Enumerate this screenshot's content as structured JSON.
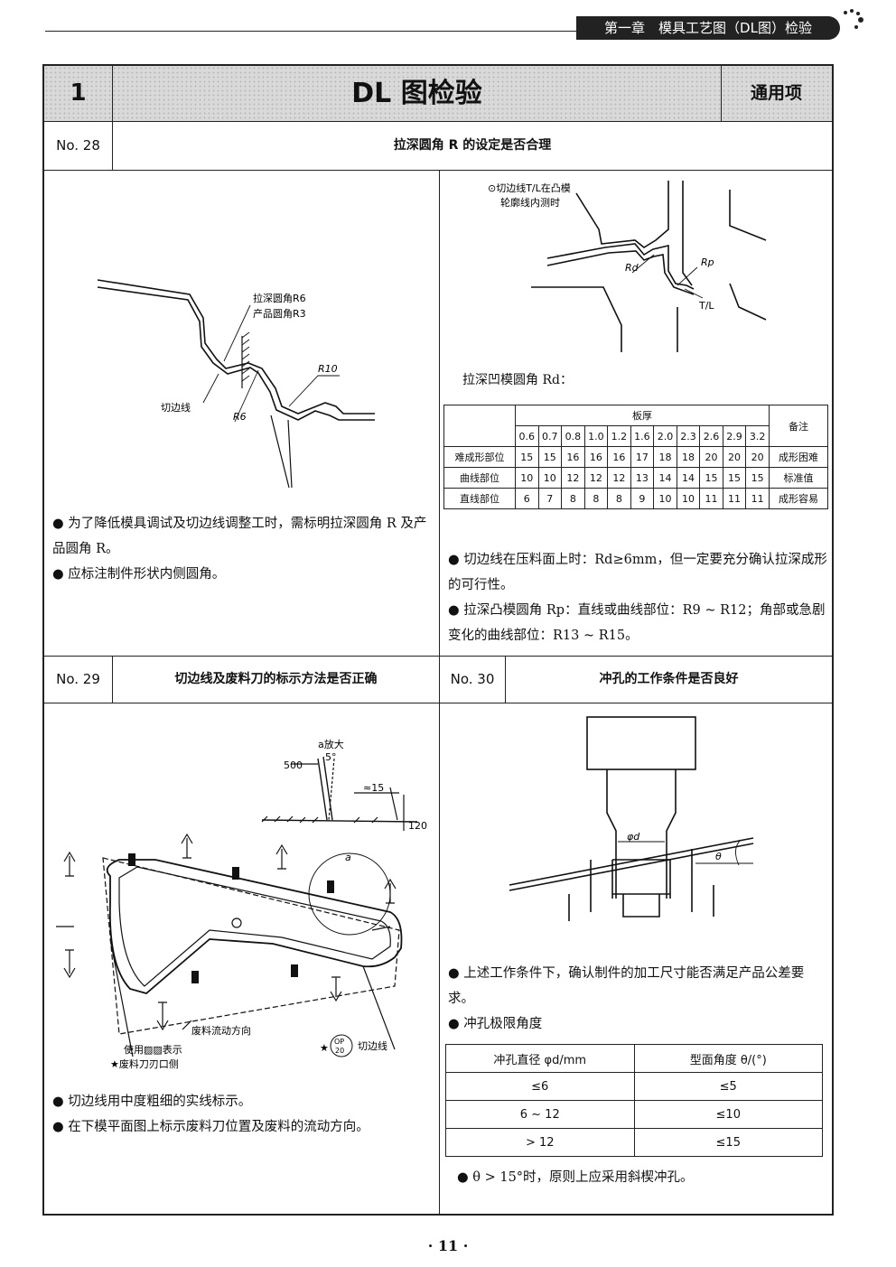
{
  "header": {
    "chapter": "第一章　模具工艺图（DL图）检验"
  },
  "band": {
    "number": "1",
    "title": "DL 图检验",
    "tag": "通用项"
  },
  "s28": {
    "no": "No. 28",
    "title": "拉深圆角 R 的设定是否合理",
    "fig_labels": {
      "draw_r": "拉深圆角R6",
      "prod_r": "产品圆角R3",
      "r10": "R10",
      "trim": "切边线",
      "r6": "R6"
    },
    "bullets": [
      "● 为了降低模具调试及切边线调整工时，需标明拉深圆角 R 及产品圆角 R。",
      "● 应标注制件形状内侧圆角。"
    ],
    "right_fig_labels": {
      "note1": "⊙切边线T/L在凸模",
      "note2": "轮廓线内测时",
      "rd": "Rd",
      "rp": "Rp",
      "tl": "T/L"
    },
    "rd_caption": "拉深凹模圆角 Rd：",
    "table": {
      "thickness_header": "板厚",
      "remark_header": "备注",
      "thicknesses": [
        "0.6",
        "0.7",
        "0.8",
        "1.0",
        "1.2",
        "1.6",
        "2.0",
        "2.3",
        "2.6",
        "2.9",
        "3.2"
      ],
      "rows": [
        {
          "label": "难成形部位",
          "values": [
            "15",
            "15",
            "16",
            "16",
            "16",
            "17",
            "18",
            "18",
            "20",
            "20",
            "20"
          ],
          "remark": "成形困难"
        },
        {
          "label": "曲线部位",
          "values": [
            "10",
            "10",
            "12",
            "12",
            "12",
            "13",
            "14",
            "14",
            "15",
            "15",
            "15"
          ],
          "remark": "标准值"
        },
        {
          "label": "直线部位",
          "values": [
            "6",
            "7",
            "8",
            "8",
            "8",
            "9",
            "10",
            "10",
            "11",
            "11",
            "11"
          ],
          "remark": "成形容易"
        }
      ]
    },
    "right_bullets": [
      "● 切边线在压料面上时：Rd≥6mm，但一定要充分确认拉深成形的可行性。",
      "● 拉深凸模圆角 Rp：直线或曲线部位：R9 ~ R12；角部或急剧变化的曲线部位：R13 ~ R15。"
    ]
  },
  "s29": {
    "no": "No. 29",
    "title": "切边线及废料刀的标示方法是否正确",
    "fig_labels": {
      "a_zoom": "a放大",
      "v500": "500",
      "v5": "5°",
      "v15": "≈15",
      "v120": "120",
      "a": "a",
      "flow": "废料流动方向",
      "legend1": "使用▨▨表示",
      "legend2": "★废料刀刃口侧",
      "op": "OP",
      "op20": "20",
      "trim": "切边线",
      "star": "★"
    },
    "bullets": [
      "● 切边线用中度粗细的实线标示。",
      "● 在下模平面图上标示废料刀位置及废料的流动方向。"
    ]
  },
  "s30": {
    "no": "No. 30",
    "title": "冲孔的工作条件是否良好",
    "fig_labels": {
      "phi_d": "φd",
      "theta": "θ"
    },
    "bullets": [
      "● 上述工作条件下，确认制件的加工尺寸能否满足产品公差要求。",
      "● 冲孔极限角度"
    ],
    "table": {
      "headers": [
        "冲孔直径 φd/mm",
        "型面角度 θ/(°)"
      ],
      "rows": [
        [
          "≤6",
          "≤5"
        ],
        [
          "6 ~ 12",
          "≤10"
        ],
        [
          "> 12",
          "≤15"
        ]
      ]
    },
    "last_bullet": "● θ > 15°时，原则上应采用斜楔冲孔。"
  },
  "page_number": "· 11 ·"
}
